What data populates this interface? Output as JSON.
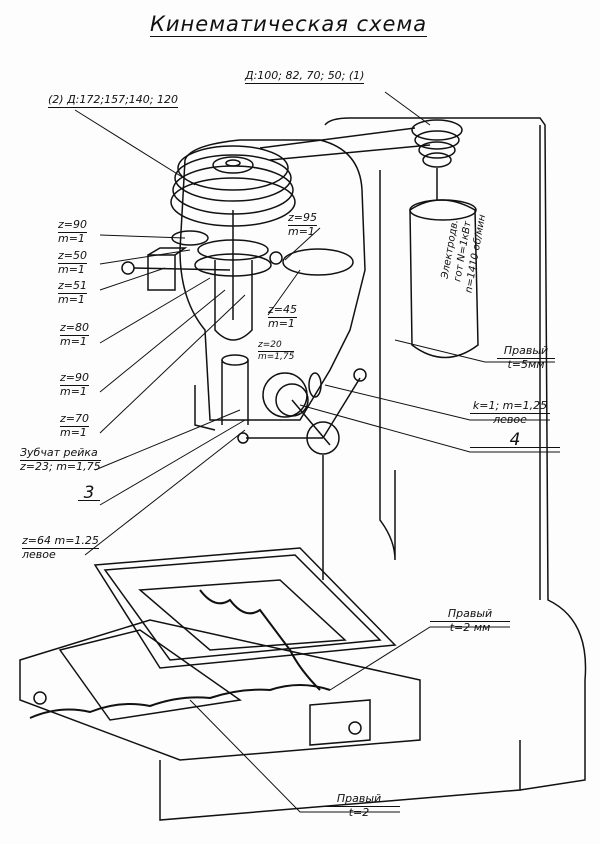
{
  "title": "Кинематическая схема",
  "labels": {
    "pulley1": "Д:100; 82, 70; 50; (1)",
    "pulley2": "(2) Д:172;157;140; 120",
    "g_z90a": "z=90",
    "g_z90a_m": "m=1",
    "g_z50": "z=50",
    "g_z50_m": "m=1",
    "g_z51": "z=51",
    "g_z51_m": "m=1",
    "g_z95": "z=95",
    "g_z95_m": "m=1",
    "g_z80": "z=80",
    "g_z80_m": "m=1",
    "g_z45": "z=45",
    "g_z45_m": "m=1",
    "g_z90b": "z=90",
    "g_z90b_m": "m=1",
    "g_z70": "z=70",
    "g_z70_m": "m=1",
    "g_z20": "z=20",
    "g_z20_m": "m=1,75",
    "rack": "Зубчат рейка",
    "rack_m": "z=23; m=1,75",
    "n3": "3",
    "g_z64": "z=64 m=1.25",
    "g_z64_dir": "левое",
    "belt_right": "Правый",
    "belt_t": "t=5мм",
    "worm": "k=1; m=1,25",
    "worm_dir": "левое",
    "n4": "4",
    "screw_right": "Правый",
    "screw_t": "t=2 мм",
    "screw2_right": "Правый",
    "screw2_t": "t=2",
    "motor_l1": "Электродв.",
    "motor_l2": "гот N=1кВт",
    "motor_l3": "n=1410 об/мин"
  }
}
